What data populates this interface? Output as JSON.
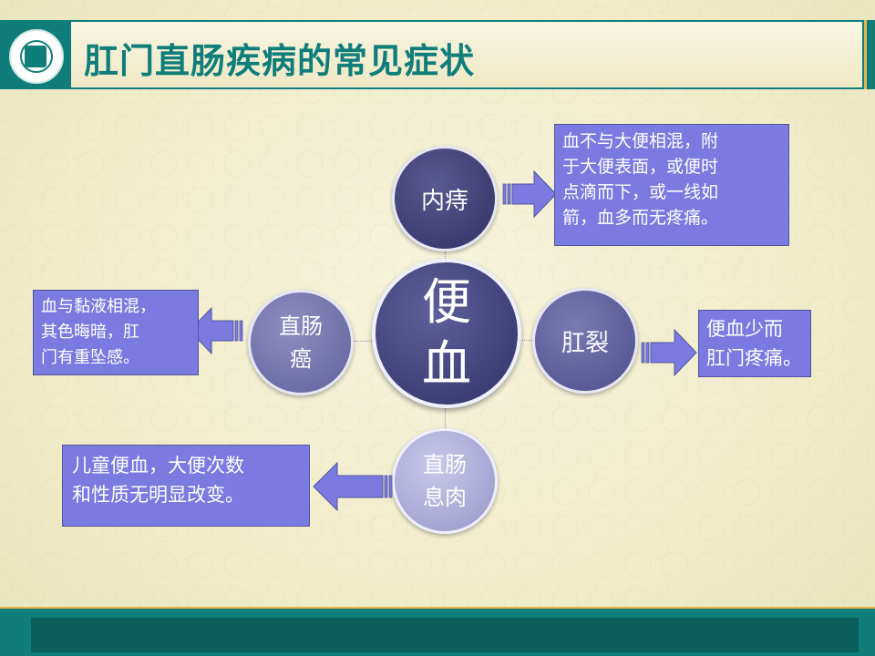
{
  "title": "肛门直肠疾病的常见症状",
  "center": {
    "line1": "便",
    "line2": "血"
  },
  "nodes": {
    "top": "内痔",
    "right": "肛裂",
    "left": {
      "line1": "直肠",
      "line2": "癌"
    },
    "bottom": {
      "line1": "直肠",
      "line2": "息肉"
    }
  },
  "boxes": {
    "top_right": [
      "血不与大便相混，附",
      "于大便表面，或便时",
      "点滴而下，或一线如",
      "箭，血多而无疼痛。"
    ],
    "right": [
      "便血少而",
      "肛门疼痛。"
    ],
    "left": [
      "血与黏液相混，",
      "其色晦暗，肛",
      "门有重坠感。"
    ],
    "bottom": [
      "儿童便血，大便次数",
      "和性质无明显改变。"
    ]
  },
  "colors": {
    "teal": "#0f7d7a",
    "gold": "#e5b64a",
    "box_fill": "#7a7ae0",
    "arrow_fill": "#7a7ae0"
  }
}
